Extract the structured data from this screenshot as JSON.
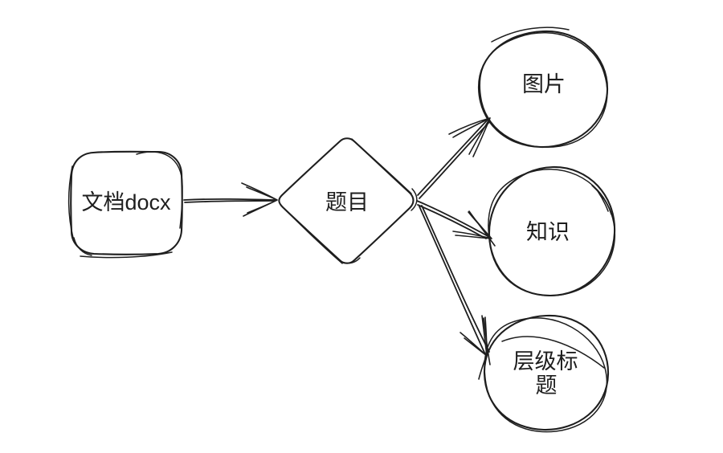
{
  "canvas": {
    "background": "#ffffff",
    "ink": "#1e1e1e",
    "style": "hand-drawn-sketch"
  },
  "diagram": {
    "type": "flowchart",
    "nodes": [
      {
        "id": "doc",
        "shape": "rounded-rectangle",
        "label": "文档docx"
      },
      {
        "id": "topic",
        "shape": "diamond",
        "label": "题目"
      },
      {
        "id": "image",
        "shape": "circle",
        "label": "图片"
      },
      {
        "id": "knowledge",
        "shape": "circle",
        "label": "知识"
      },
      {
        "id": "hier-title",
        "shape": "circle",
        "label": "层级标题",
        "label_lines": [
          "层级标",
          "题"
        ]
      }
    ],
    "edges": [
      {
        "from": "文档docx",
        "to": "题目"
      },
      {
        "from": "题目",
        "to": "图片"
      },
      {
        "from": "题目",
        "to": "知识"
      },
      {
        "from": "题目",
        "to": "层级标题"
      }
    ]
  }
}
